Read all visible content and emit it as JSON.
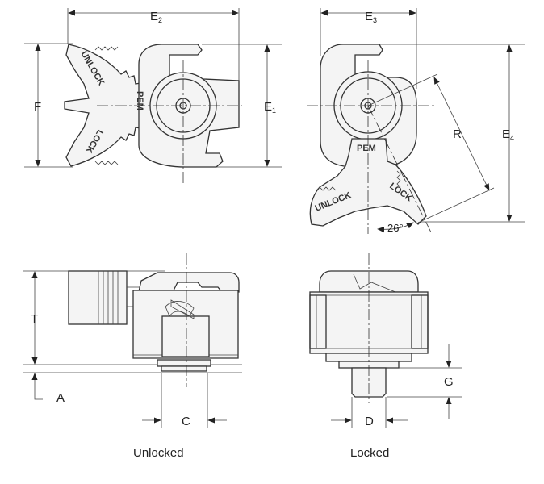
{
  "figure": {
    "views": {
      "top_unlocked": {
        "stamp_text": "PEM",
        "wing_top_text": "UNLOCK",
        "wing_bottom_text": "LOCK"
      },
      "top_locked": {
        "stamp_text": "PEM",
        "wing_left_text": "UNLOCK",
        "wing_right_text": "LOCK"
      }
    },
    "dimension_labels": {
      "E2": {
        "letter": "E",
        "index": "2"
      },
      "E3": {
        "letter": "E",
        "index": "3"
      },
      "E1": {
        "letter": "E",
        "index": "1"
      },
      "E4": {
        "letter": "E",
        "index": "4"
      },
      "F": "F",
      "R": "R",
      "angle": "26°",
      "T": "T",
      "A": "A",
      "C": "C",
      "G": "G",
      "D": "D"
    },
    "captions": {
      "unlocked": "Unlocked",
      "locked": "Locked"
    }
  }
}
